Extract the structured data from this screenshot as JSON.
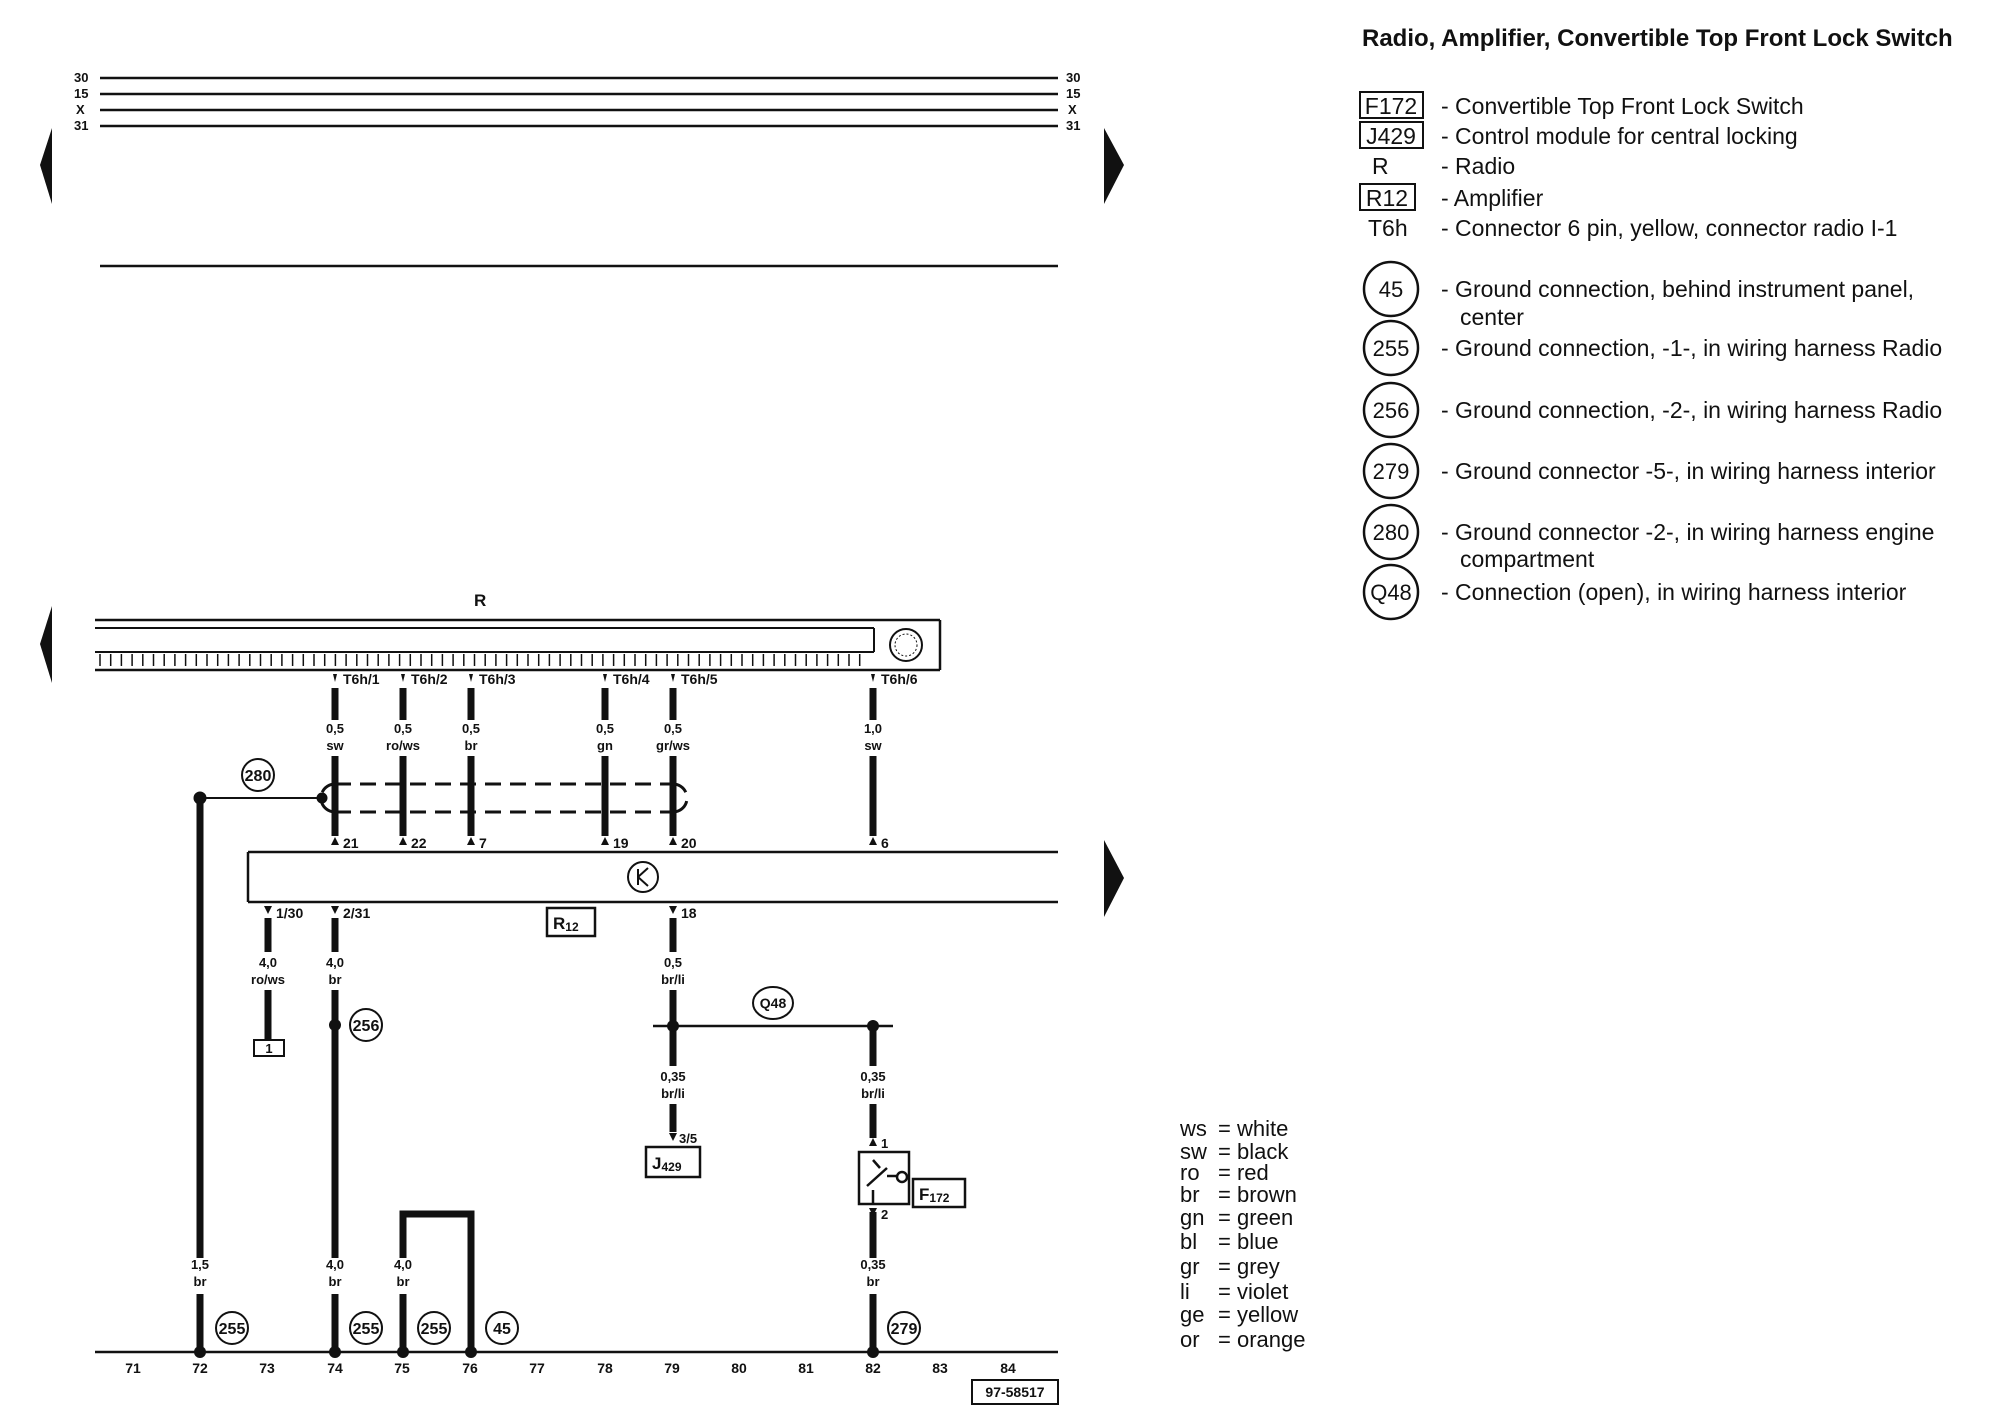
{
  "title": "Radio, Amplifier, Convertible Top Front Lock Switch",
  "bus_lines": [
    "30",
    "15",
    "X",
    "31"
  ],
  "components": {
    "radio": "R",
    "amplifier_pre": "R",
    "amplifier_sub": "12",
    "module_pre": "J",
    "module_sub": "429",
    "switch_pre": "F",
    "switch_sub": "172",
    "terminal_1": "1"
  },
  "legend": {
    "items": [
      {
        "code": "F172",
        "desc": "- Convertible Top Front Lock Switch"
      },
      {
        "code": "J429",
        "desc": "- Control module for central locking"
      },
      {
        "code": "R",
        "desc": "- Radio"
      },
      {
        "code": "R12",
        "desc": "- Amplifier"
      },
      {
        "code": "T6h",
        "desc": "- Connector 6 pin, yellow, connector radio I-1"
      }
    ],
    "grounds": [
      {
        "code": "45",
        "desc": "- Ground connection, behind instrument panel,",
        "desc2": "center"
      },
      {
        "code": "255",
        "desc": "- Ground connection, -1-, in wiring harness Radio",
        "desc2": ""
      },
      {
        "code": "256",
        "desc": "- Ground connection, -2-, in wiring harness Radio",
        "desc2": ""
      },
      {
        "code": "279",
        "desc": "- Ground connector -5-, in wiring harness interior",
        "desc2": ""
      },
      {
        "code": "280",
        "desc": "- Ground connector -2-, in wiring harness engine",
        "desc2": "compartment"
      },
      {
        "code": "Q48",
        "desc": "- Connection (open), in wiring harness interior",
        "desc2": ""
      }
    ]
  },
  "radio_pins": [
    "T6h/1",
    "T6h/2",
    "T6h/3",
    "T6h/4",
    "T6h/5",
    "T6h/6"
  ],
  "amp_top_pins": [
    "21",
    "22",
    "7",
    "19",
    "20",
    "6"
  ],
  "amp_bottom_pins": [
    "1/30",
    "2/31",
    "18"
  ],
  "j429_pin": "3/5",
  "f172_pins": [
    "1",
    "2"
  ],
  "wires": [
    {
      "size": "0,5",
      "color": "sw"
    },
    {
      "size": "0,5",
      "color": "ro/ws"
    },
    {
      "size": "0,5",
      "color": "br"
    },
    {
      "size": "0,5",
      "color": "gn"
    },
    {
      "size": "0,5",
      "color": "gr/ws"
    },
    {
      "size": "1,0",
      "color": "sw"
    },
    {
      "size": "4,0",
      "color": "ro/ws"
    },
    {
      "size": "4,0",
      "color": "br"
    },
    {
      "size": "0,5",
      "color": "br/li"
    },
    {
      "size": "0,35",
      "color": "br/li"
    },
    {
      "size": "0,35",
      "color": "br/li"
    },
    {
      "size": "1,5",
      "color": "br"
    },
    {
      "size": "4,0",
      "color": "br"
    },
    {
      "size": "4,0",
      "color": "br"
    },
    {
      "size": "0,35",
      "color": "br"
    }
  ],
  "ground_points": {
    "g280": "280",
    "g256": "256",
    "q48": "Q48",
    "g255a": "255",
    "g255b": "255",
    "g255c": "255",
    "g45": "45",
    "g279": "279"
  },
  "current_tracks": [
    "71",
    "72",
    "73",
    "74",
    "75",
    "76",
    "77",
    "78",
    "79",
    "80",
    "81",
    "82",
    "83",
    "84"
  ],
  "diagram_number": "97-58517",
  "color_key": [
    {
      "abbr": "ws",
      "name": "white"
    },
    {
      "abbr": "sw",
      "name": "black"
    },
    {
      "abbr": "ro",
      "name": "red"
    },
    {
      "abbr": "br",
      "name": "brown"
    },
    {
      "abbr": "gn",
      "name": "green"
    },
    {
      "abbr": "bl",
      "name": "blue"
    },
    {
      "abbr": "gr",
      "name": "grey"
    },
    {
      "abbr": "li",
      "name": "violet"
    },
    {
      "abbr": "ge",
      "name": "yellow"
    },
    {
      "abbr": "or",
      "name": "orange"
    }
  ]
}
